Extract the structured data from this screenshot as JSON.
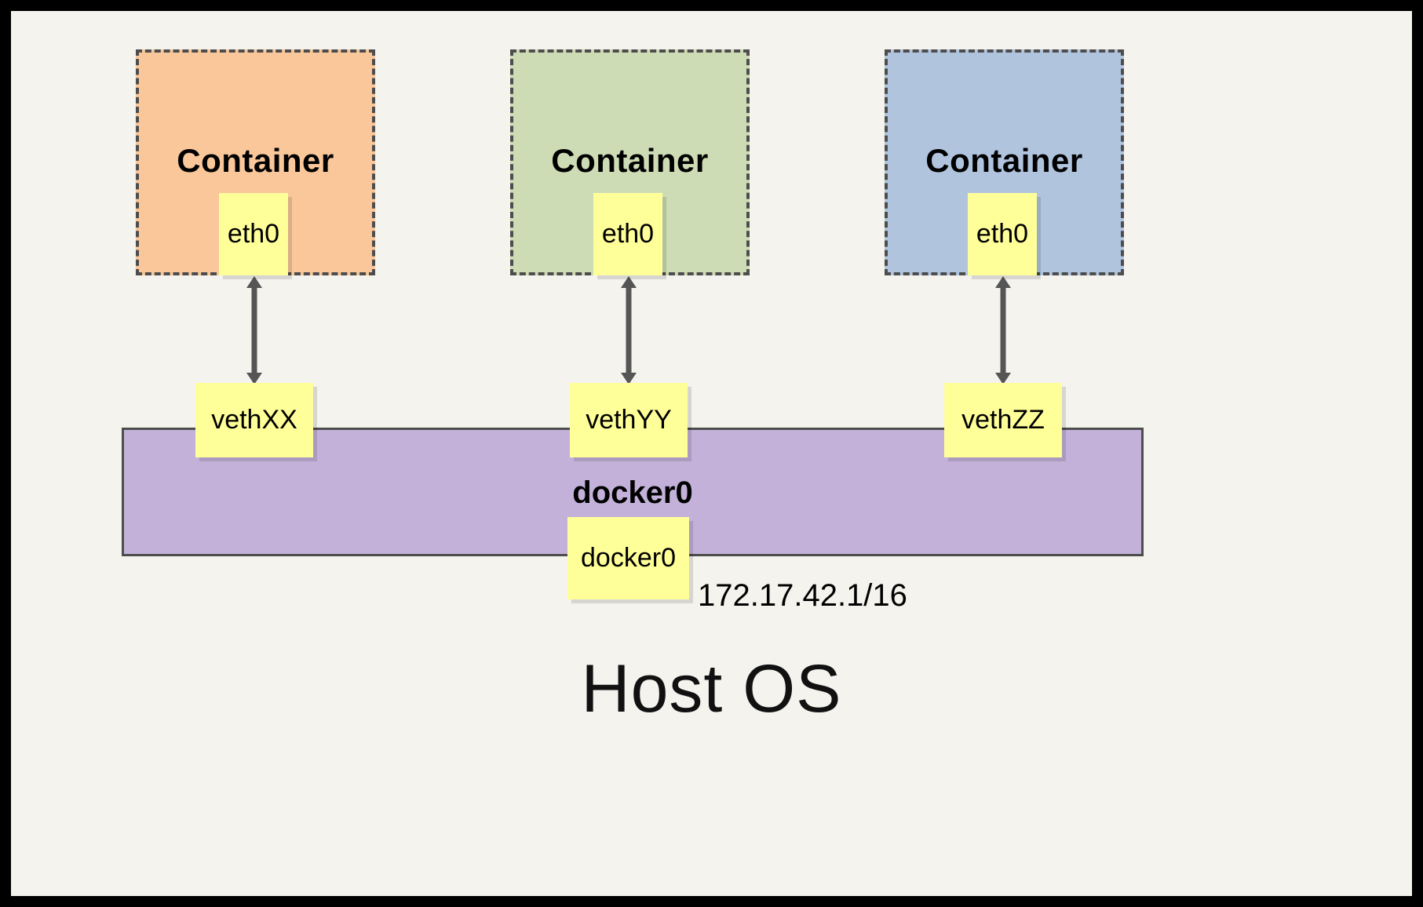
{
  "diagram": {
    "title_label": "Host OS",
    "bridge": {
      "name_label": "docker0",
      "interface_label": "docker0",
      "ip_label": "172.17.42.1/16",
      "fill_color": "#c3b1d9",
      "border_color": "#4d4d4d"
    },
    "containers": [
      {
        "title": "Container",
        "interface_label": "eth0",
        "veth_label": "vethXX",
        "fill_color": "#f9c79a",
        "border_color": "#4d4d4d"
      },
      {
        "title": "Container",
        "interface_label": "eth0",
        "veth_label": "vethYY",
        "fill_color": "#cddcb4",
        "border_color": "#4d4d4d"
      },
      {
        "title": "Container",
        "interface_label": "eth0",
        "veth_label": "vethZZ",
        "fill_color": "#b0c4de",
        "border_color": "#4d4d4d"
      }
    ],
    "colors": {
      "page_background": "#f4f3ee",
      "frame_border": "#000000",
      "interface_fill": "#ffff99",
      "arrow_color": "#555555",
      "text_color": "#000000"
    },
    "connections": [
      {
        "from": "eth0",
        "to": "vethXX",
        "direction": "bidirectional"
      },
      {
        "from": "eth0",
        "to": "vethYY",
        "direction": "bidirectional"
      },
      {
        "from": "eth0",
        "to": "vethZZ",
        "direction": "bidirectional"
      }
    ]
  }
}
